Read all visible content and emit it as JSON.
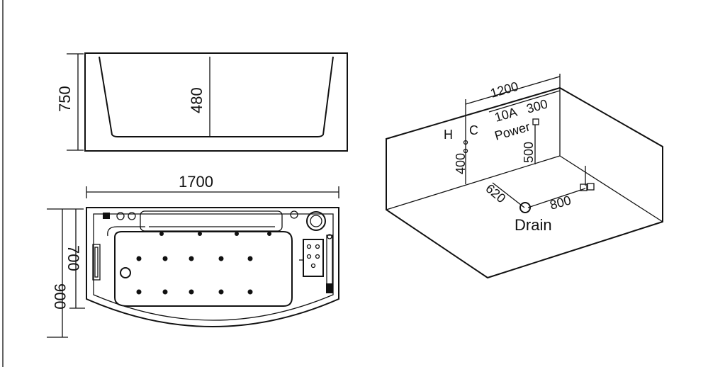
{
  "side_view": {
    "height_total": "750",
    "inner_depth": "480"
  },
  "top_view": {
    "length": "1700",
    "width_total": "900",
    "width_inner": "700"
  },
  "install_view": {
    "span_top": "1200",
    "label_h": "H",
    "label_c": "C",
    "power_rating": "10A",
    "power_label": "Power",
    "offset_300": "300",
    "height_400": "400",
    "height_500": "500",
    "dist_620": "620",
    "dist_800": "800",
    "drain_label": "Drain"
  }
}
